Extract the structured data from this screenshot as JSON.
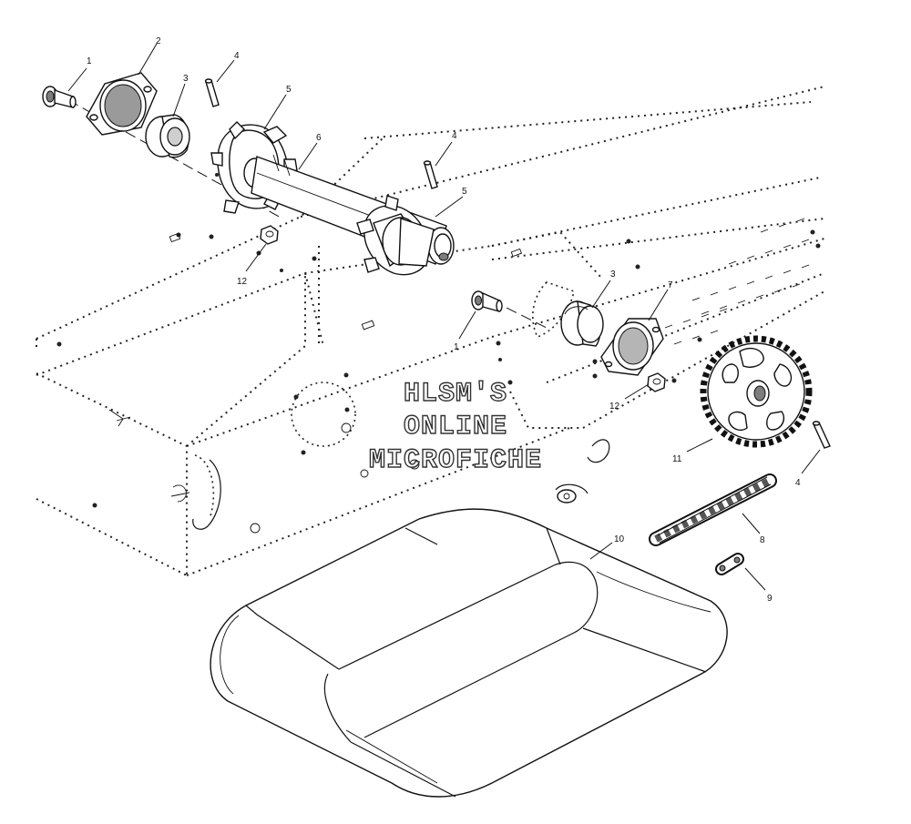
{
  "watermark": {
    "line1": "HLSM'S",
    "line2": "ONLINE",
    "line3": "MICROFICHE"
  },
  "callouts": [
    {
      "id": "c1a",
      "text": "1"
    },
    {
      "id": "c2",
      "text": "2"
    },
    {
      "id": "c3a",
      "text": "3"
    },
    {
      "id": "c4a",
      "text": "4"
    },
    {
      "id": "c5a",
      "text": "5"
    },
    {
      "id": "c6",
      "text": "6"
    },
    {
      "id": "c4b",
      "text": "4"
    },
    {
      "id": "c5b",
      "text": "5"
    },
    {
      "id": "c12a",
      "text": "12"
    },
    {
      "id": "c3b",
      "text": "3"
    },
    {
      "id": "c7",
      "text": "7"
    },
    {
      "id": "c1b",
      "text": "1"
    },
    {
      "id": "c12b",
      "text": "12"
    },
    {
      "id": "c11",
      "text": "11"
    },
    {
      "id": "c4c",
      "text": "4"
    },
    {
      "id": "c10",
      "text": "10"
    },
    {
      "id": "c8",
      "text": "8"
    },
    {
      "id": "c9",
      "text": "9"
    }
  ]
}
